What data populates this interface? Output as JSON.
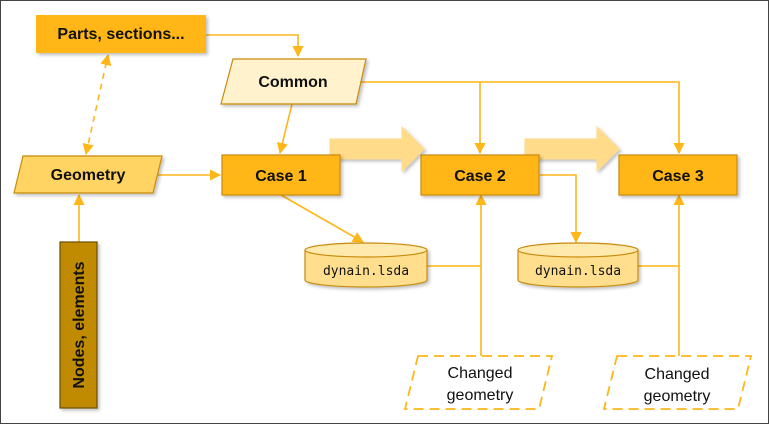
{
  "colors": {
    "accent": "#FFB619",
    "accent_dark": "#C88A0C",
    "light_fill": "#FFF2CC",
    "geometry_fill": "#FFD464",
    "nodes_fill": "#C08B00",
    "db_fill": "#FFDF8E",
    "big_arrow_fill": "#FFDB8A",
    "connector": "#FFB619"
  },
  "nodes": {
    "parts_sections": "Parts, sections...",
    "common": "Common",
    "geometry": "Geometry",
    "nodes_elements": "Nodes, elements",
    "case1": "Case 1",
    "case2": "Case 2",
    "case3": "Case 3",
    "dynain1": "dynain.lsda",
    "dynain2": "dynain.lsda",
    "changed_geometry_1": [
      "Changed",
      "geometry"
    ],
    "changed_geometry_2": [
      "Changed",
      "geometry"
    ]
  }
}
